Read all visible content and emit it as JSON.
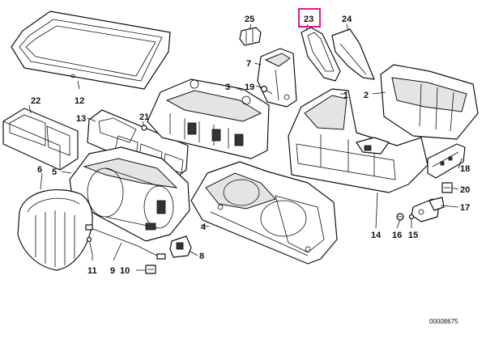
{
  "callouts": {
    "c1": "1",
    "c2": "2",
    "c3": "3",
    "c4": "4",
    "c5": "5",
    "c6": "6",
    "c7": "7",
    "c8": "8",
    "c9": "9",
    "c10": "10",
    "c11": "11",
    "c12": "12",
    "c13": "13",
    "c14": "14",
    "c15": "15",
    "c16": "16",
    "c17": "17",
    "c18": "18",
    "c19": "19",
    "c20": "20",
    "c21": "21",
    "c22": "22",
    "c23": "23",
    "c24": "24",
    "c25": "25"
  },
  "highlighted_callout": "23",
  "highlight_color": "#e0198a",
  "document_number": "00008675"
}
